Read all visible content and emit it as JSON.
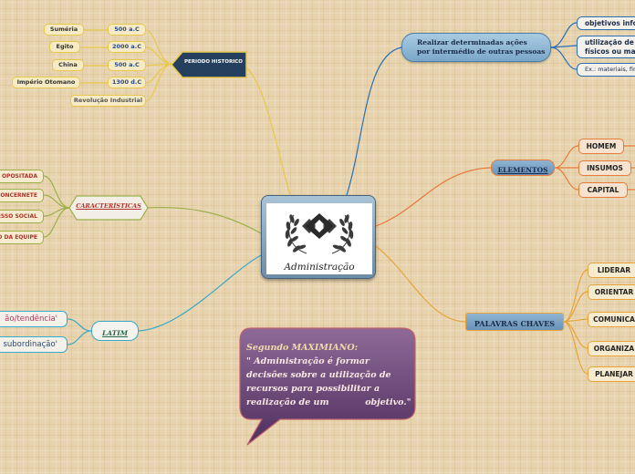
{
  "center": {
    "label": "Administração"
  },
  "historico": {
    "title": "PERÍODO HISTÓRICO",
    "items": [
      {
        "place": "Suméria",
        "date": "500 a.C"
      },
      {
        "place": "Egito",
        "date": "2000 a.C"
      },
      {
        "place": "China",
        "date": "500 a.C"
      },
      {
        "place": "Império Otomano",
        "date": "1300 d.C"
      }
    ],
    "extra": "Revolução Industrial"
  },
  "realizar": {
    "title": "Realizar determinadas ações por intermédio de outras pessoas",
    "title_line1": "Realizar determinadas ações",
    "title_line2": "por intermédio de outras pessoas",
    "items": [
      {
        "line1": "objetivos infor",
        "line2": ""
      },
      {
        "line1": "utilização de",
        "line2": "físicos ou ma"
      },
      {
        "line1": "Ex.: materiais, fina",
        "line2": ""
      }
    ]
  },
  "elementos": {
    "title": "ELEMENTOS",
    "items": [
      "HOMEM",
      "INSUMOS",
      "CAPITAL"
    ]
  },
  "caracteristicas": {
    "title": "CARACTERÍSTICAS",
    "items": [
      "OPOSITADA",
      "CONCERNETE",
      "ESSO SOCIAL",
      "O DA EQUIPE"
    ]
  },
  "palavras": {
    "title": "PALAVRAS CHAVES",
    "items": [
      "LIDERAR",
      "ORIENTAR",
      "COMUNICA",
      "ORGANIZA",
      "PLANEJAR"
    ]
  },
  "latim": {
    "title": "LATIM",
    "items": [
      "ão/tendência'",
      "subordinação'"
    ]
  },
  "quote": {
    "line1": "Segundo MAXIMIANO:",
    "line2": "\" Administração é formar",
    "line3": "decisões sobre a utilização de",
    "line4": "recursos para possibilitar a",
    "line5": "realização de um            objetivo.\""
  },
  "colors": {
    "historico": "#e8c84a",
    "realizar": "#2a6fb5",
    "elementos": "#e87a3a",
    "caracteristicas": "#9cb04a",
    "palavras": "#e8a43a",
    "latim": "#3aa8c8",
    "quote": "#6a3f7a"
  }
}
